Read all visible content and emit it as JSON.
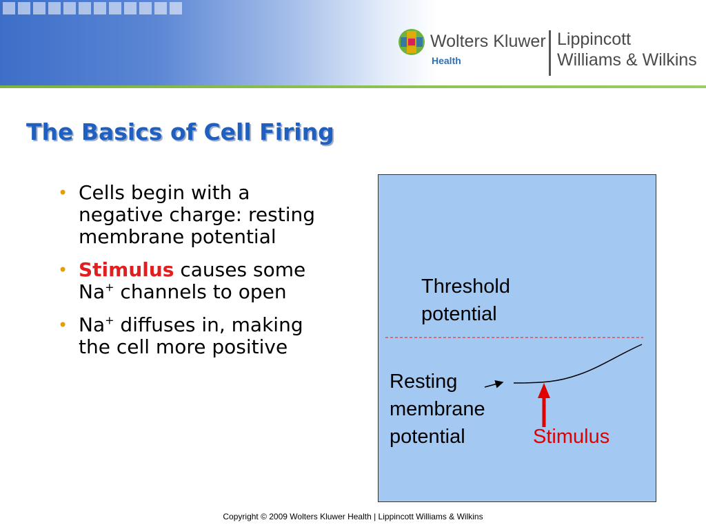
{
  "header": {
    "brand_name": "Wolters Kluwer",
    "brand_sub": "Health",
    "publisher_line1": "Lippincott",
    "publisher_line2": "Williams & Wilkins"
  },
  "slide": {
    "title": "The Basics of Cell Firing",
    "bullets": [
      {
        "text": "Cells begin with a negative charge: resting membrane potential"
      },
      {
        "emph": "Stimulus",
        "pre": "causes some Na",
        "sup": "+",
        "post": "channels to open"
      },
      {
        "pre": "Na",
        "sup": "+",
        "post": "diffuses in, making the cell more positive"
      }
    ]
  },
  "diagram": {
    "threshold_line1": "Threshold",
    "threshold_line2": "potential",
    "resting_line1": "Resting",
    "resting_line2": "membrane",
    "resting_line3": "potential",
    "stimulus_label": "Stimulus",
    "colors": {
      "panel": "#a3c8f2",
      "threshold_line": "#e05050",
      "stimulus": "#e00000"
    }
  },
  "footer": {
    "copyright": "Copyright © 2009 Wolters Kluwer Health | Lippincott Williams & Wilkins"
  }
}
